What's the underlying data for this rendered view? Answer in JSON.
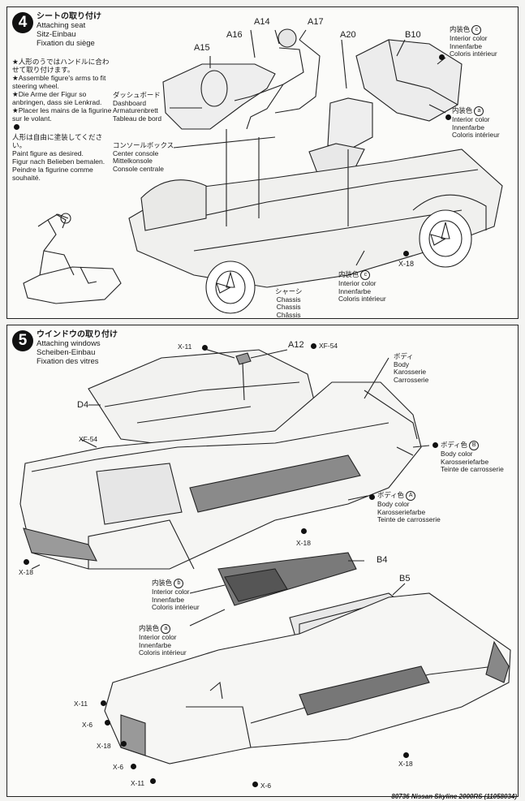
{
  "step4": {
    "number": "4",
    "title_jp": "シートの取り付け",
    "title_en": "Attaching seat",
    "title_de": "Sitz-Einbau",
    "title_fr": "Fixation du siège",
    "note_jp": "★人形のうではハンドルに合わせて取り付けます。",
    "note_en": "★Assemble figure's arms to fit steering wheel.",
    "note_de": "★Die Arme der Figur so anbringen, dass sie Lenkrad.",
    "note_fr": "★Placer les mains de la figurine sur le volant.",
    "paint_jp": "人形は自由に塗装してください。",
    "paint_en": "Paint figure as desired.",
    "paint_de": "Figur nach Belieben bemalen.",
    "paint_fr": "Peindre la figurine comme souhaité.",
    "parts": {
      "a14": "A14",
      "a16": "A16",
      "a15": "A15",
      "a17": "A17",
      "a20": "A20",
      "b10": "B10",
      "x18": "X-18"
    },
    "dashboard": {
      "jp": "ダッシュボード",
      "en": "Dashboard",
      "de": "Armaturenbrett",
      "fr": "Tableau de bord"
    },
    "console": {
      "jp": "コンソールボックス",
      "en": "Center console",
      "de": "Mittelkonsole",
      "fr": "Console centrale"
    },
    "chassis": {
      "jp": "シャーシ",
      "en": "Chassis",
      "de": "Chassis",
      "fr": "Châssis"
    },
    "color_c_top": {
      "jp": "内装色",
      "letter": "c",
      "en": "Interior color",
      "de": "Innenfarbe",
      "fr": "Coloris intérieur"
    },
    "color_a": {
      "jp": "内装色",
      "letter": "a",
      "en": "Interior color",
      "de": "Innenfarbe",
      "fr": "Coloris intérieur"
    },
    "color_c_bottom": {
      "jp": "内装色",
      "letter": "c",
      "en": "Interior color",
      "de": "Innenfarbe",
      "fr": "Coloris intérieur"
    }
  },
  "step5": {
    "number": "5",
    "title_jp": "ウインドウの取り付け",
    "title_en": "Attaching windows",
    "title_de": "Scheiben-Einbau",
    "title_fr": "Fixation des vitres",
    "parts": {
      "x11_top": "X-11",
      "a12": "A12",
      "xf54_top": "XF-54",
      "d4": "D4",
      "xf54_left": "XF-54",
      "x18_left": "X-18",
      "x18_mid": "X-18",
      "b4": "B4",
      "b5": "B5"
    },
    "body": {
      "jp": "ボディ",
      "en": "Body",
      "de": "Karosserie",
      "fr": "Carrosserie"
    },
    "body_color_b": {
      "jp": "ボディ色",
      "letter": "B",
      "en": "Body color",
      "de": "Karosseriefarbe",
      "fr": "Teinte de carrosserie"
    },
    "body_color_a": {
      "jp": "ボディ色",
      "letter": "A",
      "en": "Body color",
      "de": "Karosseriefarbe",
      "fr": "Teinte de carrosserie"
    },
    "int_b": {
      "jp": "内装色",
      "letter": "b",
      "en": "Interior color",
      "de": "Innenfarbe",
      "fr": "Coloris intérieur"
    },
    "int_a": {
      "jp": "内装色",
      "letter": "a",
      "en": "Interior color",
      "de": "Innenfarbe",
      "fr": "Coloris intérieur"
    },
    "bottom_labels": {
      "x11a": "X-11",
      "x6a": "X-6",
      "x18a": "X-18",
      "x6b": "X-6",
      "x11b": "X-11",
      "x6c": "X-6",
      "x18b": "X-18"
    }
  },
  "footer": "80736 Nissan Skyline 2000RS (11058034)"
}
